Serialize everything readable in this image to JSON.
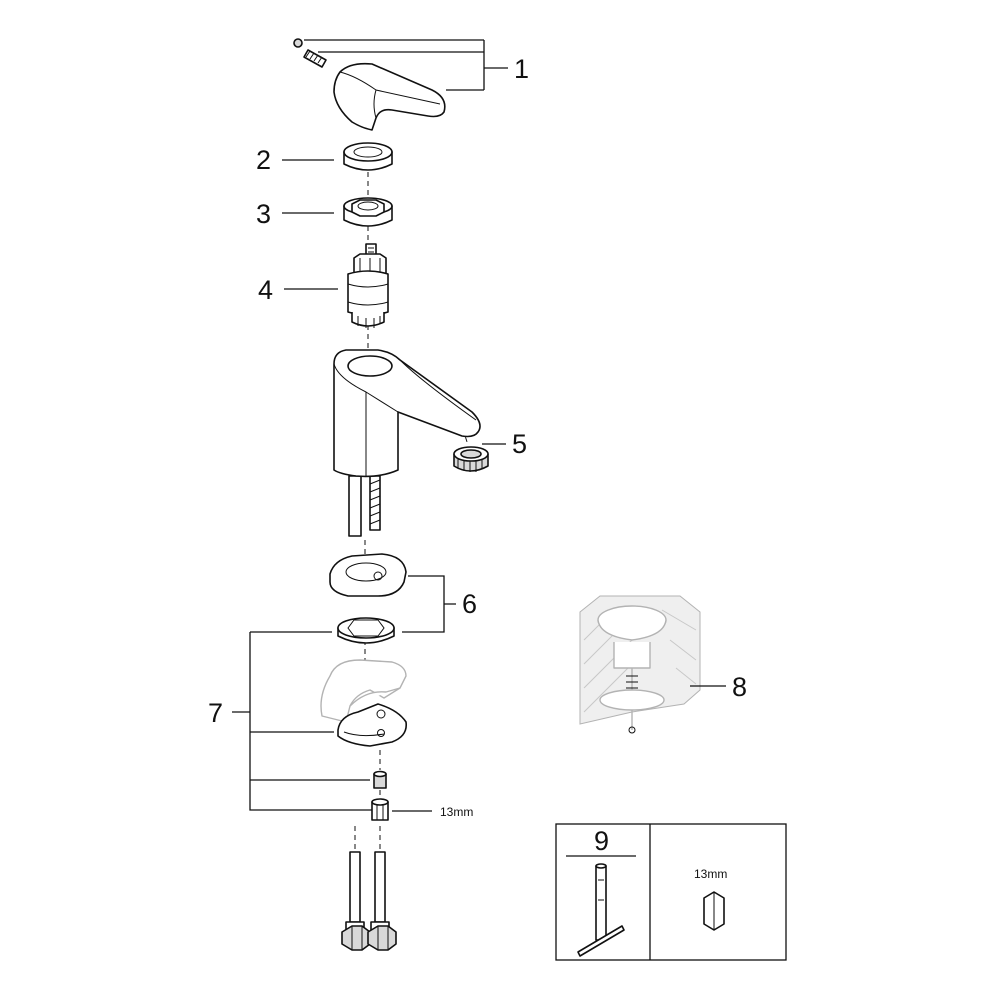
{
  "callouts": {
    "c1": "1",
    "c2": "2",
    "c3": "3",
    "c4": "4",
    "c5": "5",
    "c6": "6",
    "c7": "7",
    "c8": "8",
    "c9": "9"
  },
  "dimensions": {
    "nut_size": "13mm",
    "tool_size": "13mm"
  }
}
